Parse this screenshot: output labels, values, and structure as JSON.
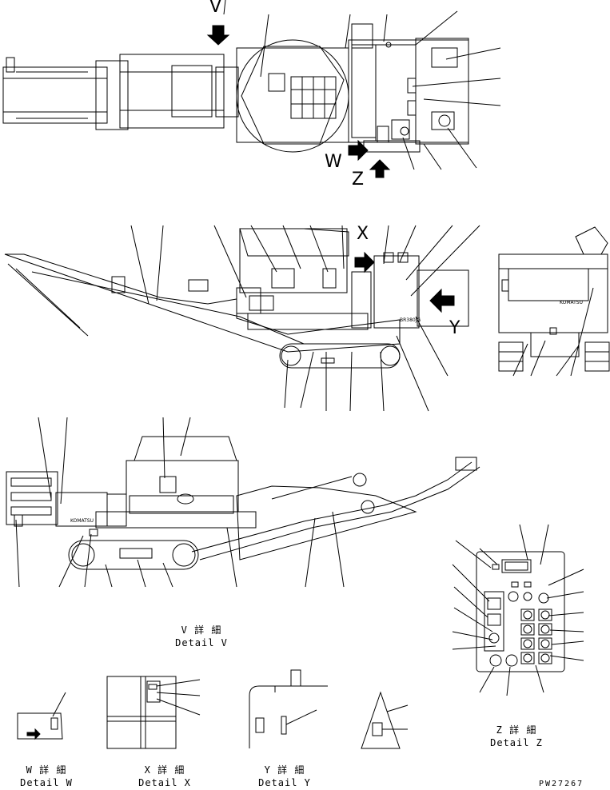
{
  "view_letters": {
    "v": "V",
    "w": "W",
    "z": "Z",
    "x": "X",
    "y": "Y"
  },
  "captions": {
    "v_jp": "V 詳 細",
    "v_en": "Detail V",
    "w_jp": "W 詳 細",
    "w_en": "Detail W",
    "x_jp": "X 詳 細",
    "x_en": "Detail X",
    "y_jp": "Y 詳 細",
    "y_en": "Detail Y",
    "z_jp": "Z 詳 細",
    "z_en": "Detail Z"
  },
  "machine_marks": {
    "brand_right": "KOMATSU",
    "brand_left": "KOMATSU",
    "model_badge": "BR380JG"
  },
  "drawing_code": "PW27267",
  "colors": {
    "ink": "#000000",
    "paper": "#ffffff"
  }
}
